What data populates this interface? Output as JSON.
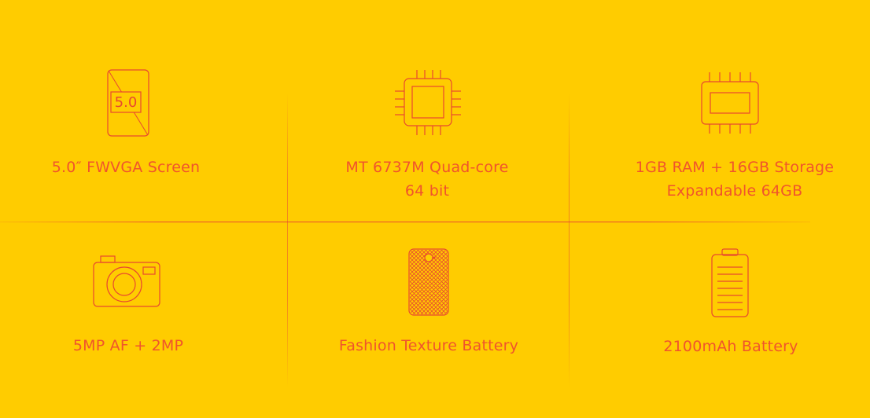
{
  "colors": {
    "background": "#FFCC00",
    "accent": "#E8482F",
    "text": "#F0542C"
  },
  "features": {
    "screen": {
      "icon": "phone-screen-icon",
      "icon_text": "5.0",
      "line1": "5.0″ FWVGA Screen"
    },
    "cpu": {
      "icon": "processor-chip-icon",
      "line1": "MT 6737M Quad-core",
      "line2": "64 bit"
    },
    "memory": {
      "icon": "memory-chip-icon",
      "line1": "1GB RAM + 16GB Storage",
      "line2": "Expandable 64GB"
    },
    "camera": {
      "icon": "camera-icon",
      "line1": "5MP AF + 2MP"
    },
    "texture": {
      "icon": "textured-phone-back-icon",
      "line1": "Fashion Texture Battery"
    },
    "battery": {
      "icon": "battery-icon",
      "line1": "2100mAh Battery"
    }
  }
}
